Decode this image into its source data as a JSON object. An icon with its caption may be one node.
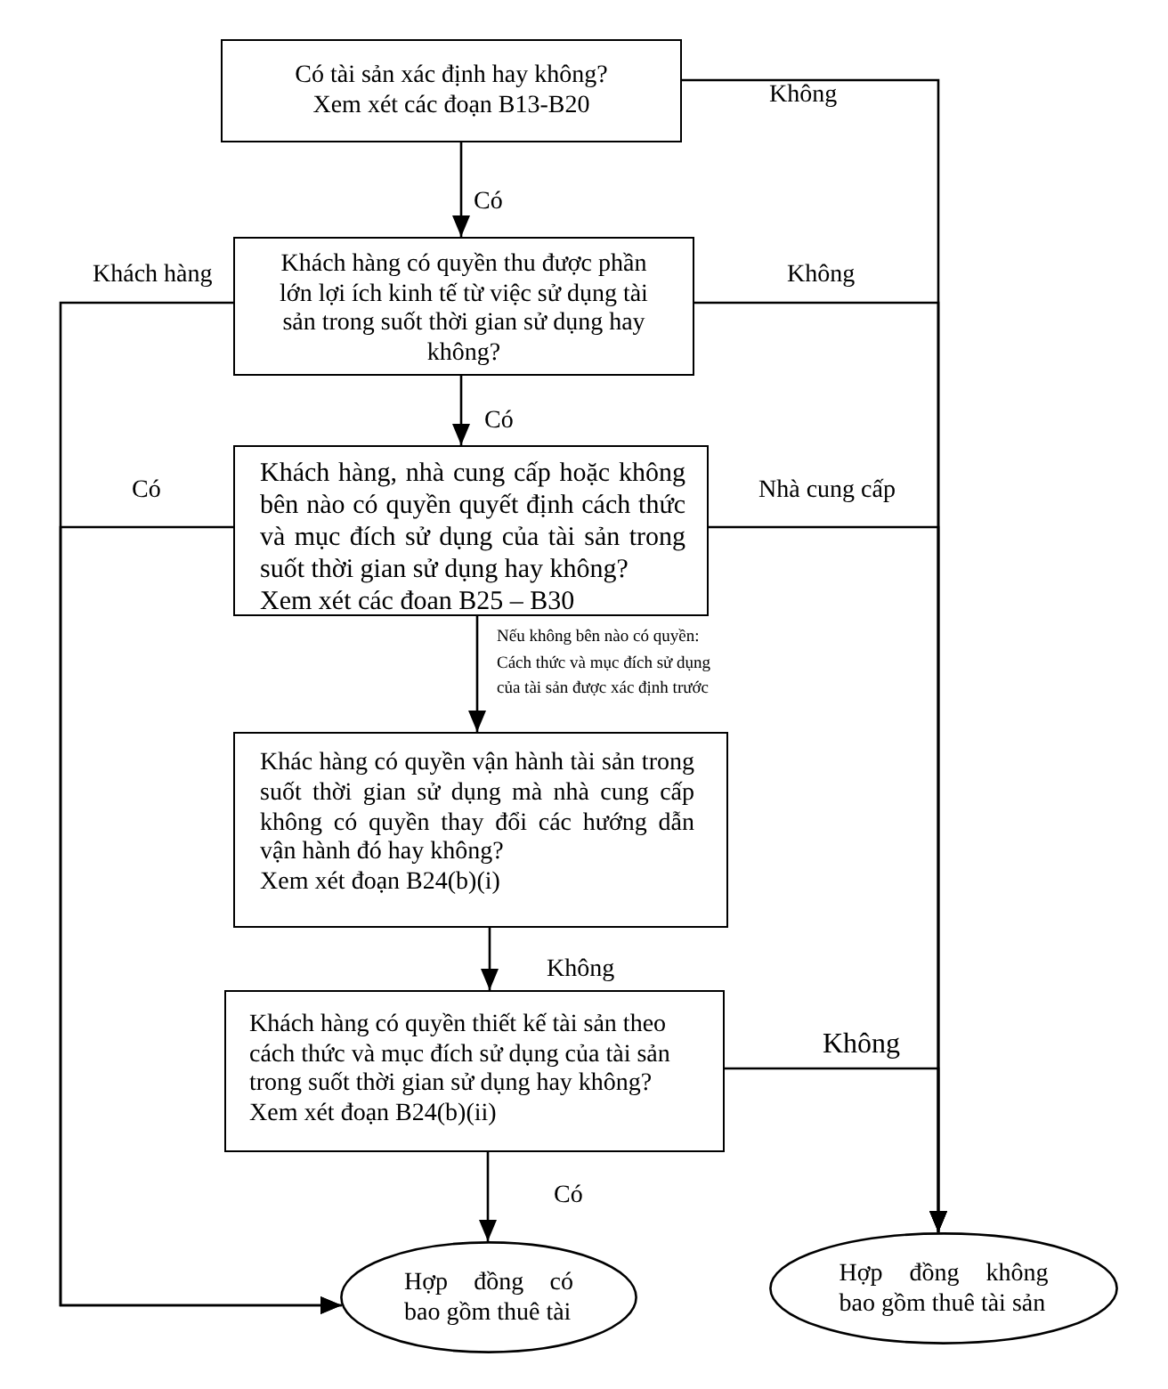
{
  "diagram": {
    "nodes": [
      {
        "text": [
          "Có tài sản xác định hay không?",
          "Xem xét các đoạn B13-B20"
        ]
      },
      {
        "text": [
          "Khách hàng có quyền thu được phần lớn lợi ích kinh tế từ việc sử dụng tài sản trong suốt thời gian sử dụng hay không?"
        ]
      },
      {
        "text": [
          "Khách hàng, nhà cung cấp hoặc không bên nào có quyền quyết định cách thức và mục đích sử dụng của tài sản trong suốt thời gian sử dụng hay không?",
          "Xem xét các đoan B25 – B30"
        ]
      },
      {
        "text": [
          "Khác hàng có quyền vận hành tài sản trong suốt thời gian sử dụng mà nhà cung cấp không có quyền thay đổi các hướng dẫn vận hành đó hay không?",
          "Xem xét đoạn B24(b)(i)"
        ]
      },
      {
        "text": [
          "Khách hàng có quyền thiết kế tài sản theo cách thức và mục đích sử dụng của tài sản trong suốt thời gian sử dụng hay không?",
          "Xem xét đoạn B24(b)(ii)"
        ]
      },
      {
        "text": [
          "Hợp đồng có bao gồm thuê tài"
        ]
      },
      {
        "text": [
          "Hợp đồng không bao gồm thuê tài sản"
        ]
      }
    ],
    "edges": [
      {
        "from": 0,
        "to": 1,
        "arrow": "to",
        "label": "Có"
      },
      {
        "from": 0,
        "to": 6,
        "arrow": "to",
        "label": "Không"
      },
      {
        "from": 1,
        "to": 5,
        "arrow": "to",
        "label": "Khách hàng"
      },
      {
        "from": 1,
        "to": 6,
        "arrow": "to",
        "label": "Không"
      },
      {
        "from": 1,
        "to": 2,
        "arrow": "to",
        "label": "Có"
      },
      {
        "from": 2,
        "to": 5,
        "arrow": "to",
        "label": "Có"
      },
      {
        "from": 2,
        "to": 6,
        "arrow": "to",
        "label": "Nhà cung cấp"
      },
      {
        "from": 2,
        "to": 3,
        "arrow": "to",
        "label": "Nếu không bên nào có quyền: Cách thức và mục đích sử dụng của tài sản được xác định trước"
      },
      {
        "from": 3,
        "to": 4,
        "arrow": "to",
        "label": "Không"
      },
      {
        "from": 4,
        "to": 6,
        "arrow": "to",
        "label": "Không"
      },
      {
        "from": 4,
        "to": 5,
        "arrow": "to",
        "label": "Có"
      }
    ]
  }
}
